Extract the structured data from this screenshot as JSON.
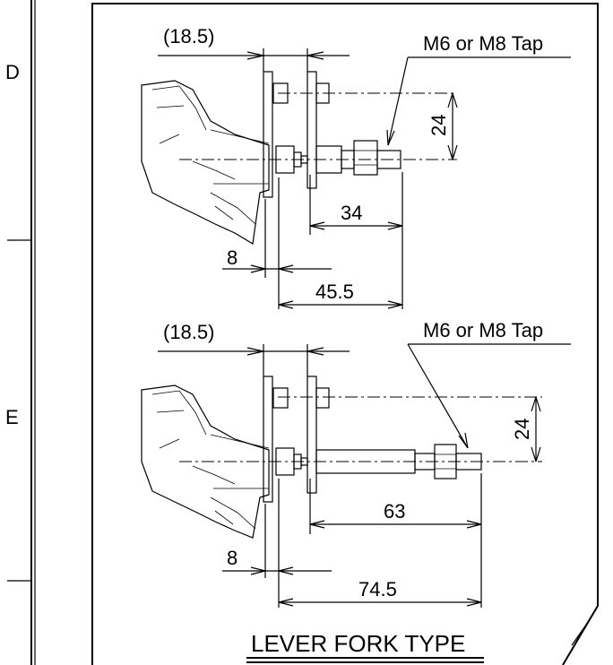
{
  "zones": {
    "d": "D",
    "e": "E"
  },
  "view_top": {
    "dim_offset": "(18.5)",
    "tap_note": "M6 or M8 Tap",
    "dim_height": "24",
    "dim_a": "34",
    "dim_b": "8",
    "dim_c": "45.5"
  },
  "view_bottom": {
    "dim_offset": "(18.5)",
    "tap_note": "M6 or M8 Tap",
    "dim_height": "24",
    "dim_a": "63",
    "dim_b": "8",
    "dim_c": "74.5"
  },
  "title": "LEVER FORK TYPE"
}
